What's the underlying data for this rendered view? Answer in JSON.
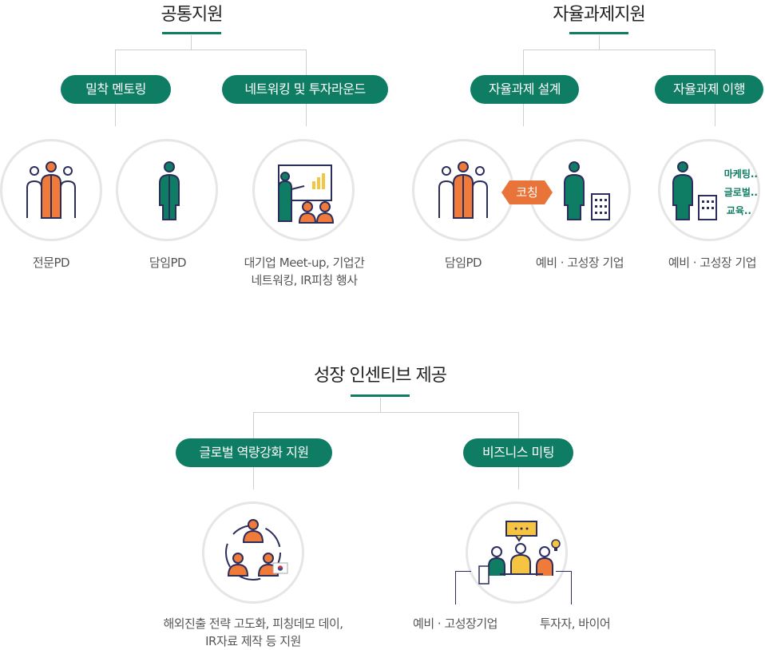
{
  "sections": {
    "common": {
      "title": "공통지원",
      "pills": [
        "밀착 멘토링",
        "네트워킹 및 투자라운드"
      ],
      "captions": [
        "전문PD",
        "담임PD",
        "대기업 Meet-up, 기업간",
        "네트워킹, IR피칭 행사"
      ]
    },
    "autonomous": {
      "title": "자율과제지원",
      "pills": [
        "자율과제 설계",
        "자율과제 이행"
      ],
      "coach": "코칭",
      "captions": [
        "담임PD",
        "예비 · 고성장 기업",
        "예비 · 고성장 기업"
      ],
      "side_labels": [
        "마케팅..",
        "글로벌..",
        "교육.."
      ]
    },
    "growth": {
      "title": "성장 인센티브 제공",
      "pills": [
        "글로벌 역량강화 지원",
        "비즈니스 미팅"
      ],
      "captions": [
        "해외진출 전략 고도화, 피칭데모 데이,",
        "IR자료 제작 등 지원",
        "예비 · 고성장기업",
        "투자자, 바이어"
      ]
    }
  },
  "colors": {
    "accent": "#0f7d63",
    "orange": "#ef7a3a",
    "navy": "#2b2d5c",
    "line": "#cfcfcf",
    "circle_border": "#e6e6e6",
    "bubble": "#f5c542"
  },
  "icons": [
    "group-icon",
    "person-icon",
    "presentation-icon",
    "building-icon",
    "global-network-icon",
    "meeting-icon",
    "lightbulb-icon",
    "speech-bubble-icon",
    "korea-flag-icon"
  ]
}
